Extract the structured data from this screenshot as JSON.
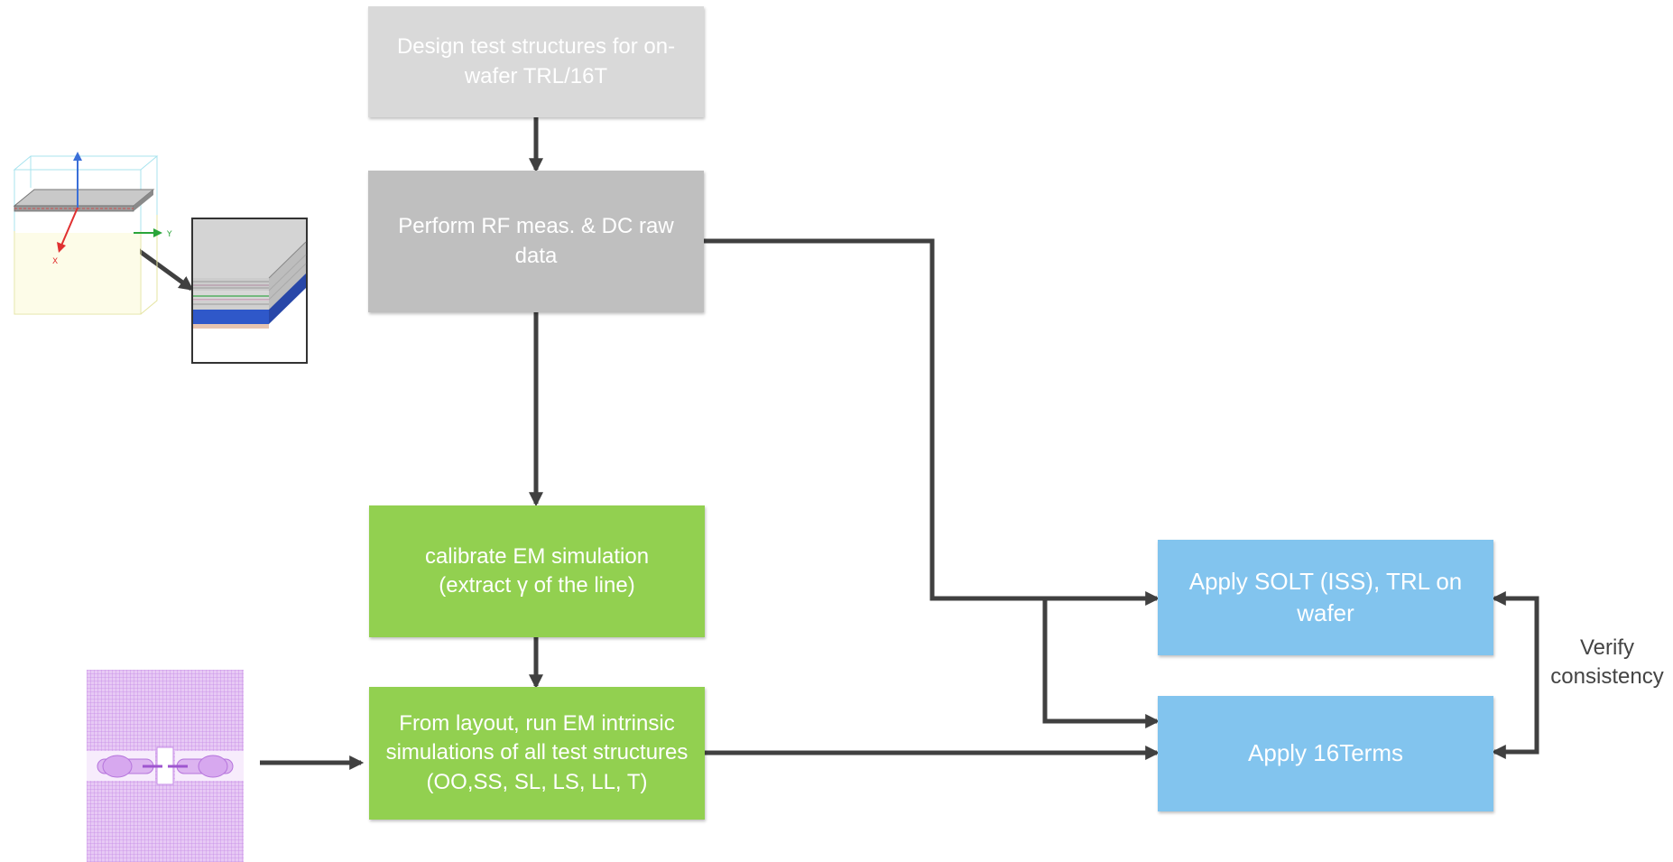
{
  "nodes": {
    "design": "Design test structures for on-wafer TRL/16T",
    "perform": "Perform RF meas. & DC raw data",
    "calibrate": "calibrate EM simulation (extract γ of the line)",
    "layout": "From layout, run EM intrinsic simulations of all test structures (OO,SS, SL, LS, LL, T)",
    "solt": "Apply SOLT (ISS), TRL on wafer",
    "sixteen": "Apply 16Terms"
  },
  "annotations": {
    "verify_line1": "Verify",
    "verify_line2": "consistency"
  },
  "illustrations": {
    "stack_model": "3d-layer-stack-model",
    "layout_pattern": "test-structure-layout"
  },
  "colors": {
    "design_box": "#d9d9d9",
    "perform_box": "#bfbfbf",
    "green_box": "#92d050",
    "blue_box": "#82c4ee",
    "arrow": "#404040"
  }
}
